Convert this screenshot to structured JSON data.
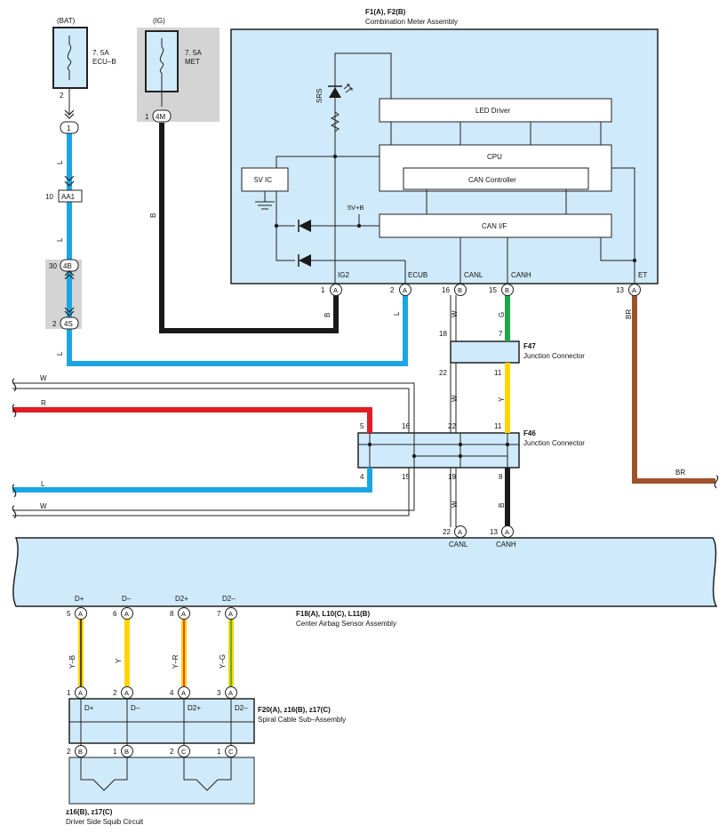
{
  "fuses": [
    {
      "id": "bat",
      "supply": "(BAT)",
      "rating": "7. 5A",
      "name": "ECU–B",
      "pin": "2"
    },
    {
      "id": "ig",
      "supply": "(IG)",
      "rating": "7. 5A",
      "name": "MET",
      "pin": "1"
    }
  ],
  "connectors": {
    "c1": "1",
    "aa1": "AA1",
    "aa1_pin": "10",
    "c4b": "4B",
    "c4b_pin": "30",
    "c4s": "4S",
    "c4s_pin": "2",
    "c4m": "4M"
  },
  "combination_meter": {
    "title": "F1(A), F2(B)",
    "subtitle": "Combination Meter Assembly",
    "led_driver": "LED Driver",
    "cpu": "CPU",
    "can_controller": "CAN Controller",
    "can_if": "CAN I/F",
    "ic": "5V IC",
    "vb": "5V+B",
    "srs": "SRS",
    "terminals": [
      {
        "name": "IG2",
        "pin": "1",
        "conn": "A"
      },
      {
        "name": "ECUB",
        "pin": "2",
        "conn": "A"
      },
      {
        "name": "CANL",
        "pin": "16",
        "conn": "B"
      },
      {
        "name": "CANH",
        "pin": "15",
        "conn": "B"
      },
      {
        "name": "ET",
        "pin": "13",
        "conn": "A"
      }
    ]
  },
  "wires": {
    "b": "B",
    "l": "L",
    "w": "W",
    "g": "G",
    "br": "BR",
    "y": "Y",
    "r": "R"
  },
  "f47": {
    "id": "F47",
    "name": "Junction Connector",
    "pins": [
      "18",
      "7",
      "22",
      "11"
    ]
  },
  "f46": {
    "id": "F46",
    "name": "Junction Connector",
    "pins_top": [
      "5",
      "16",
      "22",
      "11"
    ],
    "pins_bottom": [
      "4",
      "15",
      "19",
      "8"
    ]
  },
  "airbag_sensor": {
    "title": "F18(A), L10(C), L11(B)",
    "subtitle": "Center Airbag Sensor Assembly",
    "top_terminals": [
      {
        "name": "CANL",
        "pin": "22",
        "conn": "A"
      },
      {
        "name": "CANH",
        "pin": "13",
        "conn": "A"
      }
    ],
    "bottom_terminals": [
      {
        "name": "D+",
        "pin": "5",
        "conn": "A",
        "wire": "Y–B"
      },
      {
        "name": "D–",
        "pin": "6",
        "conn": "A",
        "wire": "Y"
      },
      {
        "name": "D2+",
        "pin": "8",
        "conn": "A",
        "wire": "Y–R"
      },
      {
        "name": "D2–",
        "pin": "7",
        "conn": "A",
        "wire": "Y–G"
      }
    ]
  },
  "spiral_cable": {
    "title": "F20(A), z16(B), z17(C)",
    "subtitle": "Spiral Cable Sub–Assembly",
    "top_pins": [
      {
        "pin": "1",
        "conn": "A",
        "name": "D+"
      },
      {
        "pin": "2",
        "conn": "A",
        "name": "D–"
      },
      {
        "pin": "4",
        "conn": "A",
        "name": "D2+"
      },
      {
        "pin": "3",
        "conn": "A",
        "name": "D2–"
      }
    ],
    "bottom_pins": [
      {
        "pin": "2",
        "conn": "B"
      },
      {
        "pin": "1",
        "conn": "B"
      },
      {
        "pin": "2",
        "conn": "C"
      },
      {
        "pin": "1",
        "conn": "C"
      }
    ]
  },
  "squib": {
    "title": "z16(B), z17(C)",
    "subtitle": "Driver Side Squib Circuit"
  },
  "colors": {
    "light_blue": "#cfeafa",
    "wire_blue": "#1aa6e4",
    "wire_black": "#1a1a1a",
    "wire_red": "#e31b23",
    "wire_green": "#1fa64a",
    "wire_yellow": "#ffd500",
    "wire_brown": "#a0522d",
    "gray": "#d4d4d4"
  }
}
